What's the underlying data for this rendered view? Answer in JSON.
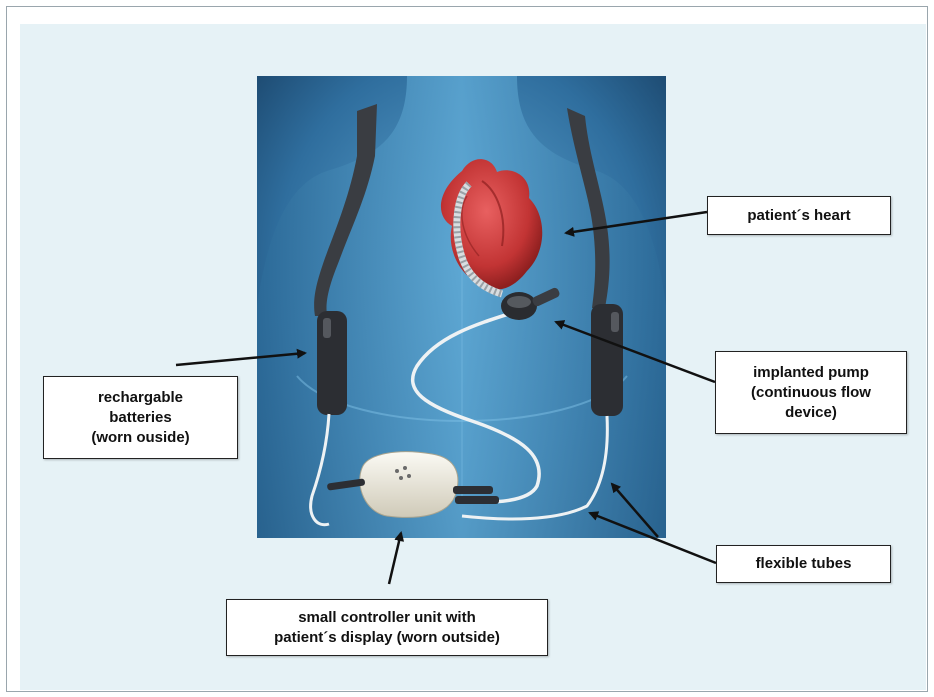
{
  "labels": {
    "heart": "patient´s heart",
    "pump": "implanted pump\n(continuous flow\ndevice)",
    "batteries": "rechargable\nbatteries\n(worn ouside)",
    "tubes": "flexible tubes",
    "controller": "small controller unit with\npatient´s display (worn outside)"
  },
  "colors": {
    "panel_bg": "#e6f2f6",
    "body_blue": "#3f86b4",
    "heart_red": "#c83a3a",
    "strap_dark": "#3a3d42"
  },
  "icons": [
    "heart-icon",
    "pump-icon",
    "battery-icon",
    "controller-icon",
    "strap-icon",
    "tube-icon"
  ]
}
